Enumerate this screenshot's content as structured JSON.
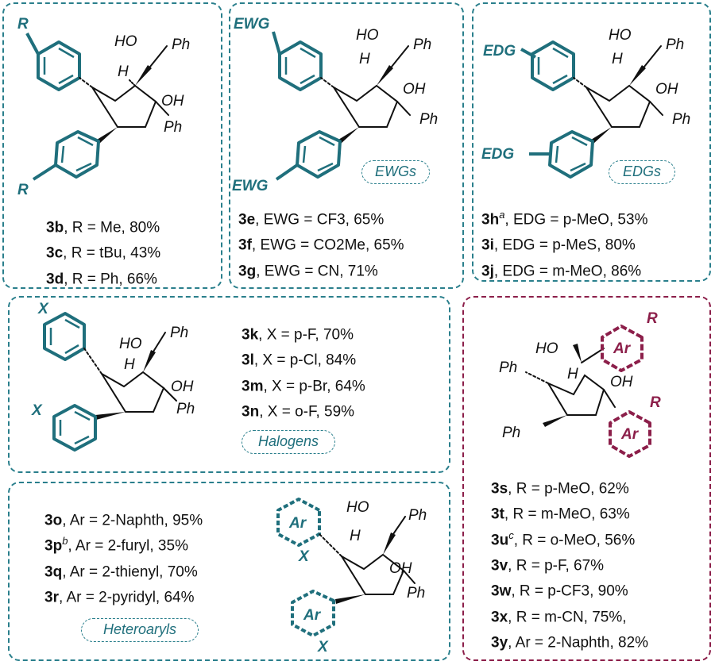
{
  "colors": {
    "teal": "#2a7f8c",
    "maroon": "#8c1f4a"
  },
  "labels": {
    "oh": "HO",
    "oh2": "OH",
    "h": "H",
    "ph": "Ph",
    "r": "R",
    "x": "X",
    "ewg": "EWG",
    "edg": "EDG",
    "ar": "Ar"
  },
  "panels": {
    "p1": {
      "entries": [
        {
          "id": "3b",
          "sup": "",
          "text": ", R = Me, 80%"
        },
        {
          "id": "3c",
          "sup": "",
          "text": ", R = tBu, 43%"
        },
        {
          "id": "3d",
          "sup": "",
          "text": ", R = Ph, 66%"
        }
      ]
    },
    "p2": {
      "tag": "EWGs",
      "entries": [
        {
          "id": "3e",
          "sup": "",
          "text": ", EWG = CF3, 65%"
        },
        {
          "id": "3f",
          "sup": "",
          "text": ", EWG = CO2Me, 65%"
        },
        {
          "id": "3g",
          "sup": "",
          "text": ", EWG = CN, 71%"
        }
      ]
    },
    "p3": {
      "tag": "EDGs",
      "entries": [
        {
          "id": "3h",
          "sup": "a",
          "text": ", EDG = p-MeO, 53%"
        },
        {
          "id": "3i",
          "sup": "",
          "text": ", EDG = p-MeS, 80%"
        },
        {
          "id": "3j",
          "sup": "",
          "text": ", EDG = m-MeO, 86%"
        }
      ]
    },
    "p4": {
      "tag": "Halogens",
      "entries": [
        {
          "id": "3k",
          "sup": "",
          "text": ", X = p-F, 70%"
        },
        {
          "id": "3l",
          "sup": "",
          "text": ", X = p-Cl, 84%"
        },
        {
          "id": "3m",
          "sup": "",
          "text": ", X = p-Br, 64%"
        },
        {
          "id": "3n",
          "sup": "",
          "text": ", X = o-F, 59%"
        }
      ]
    },
    "p5": {
      "tag": "Heteroaryls",
      "entries": [
        {
          "id": "3o",
          "sup": "",
          "text": ", Ar = 2-Naphth, 95%"
        },
        {
          "id": "3p",
          "sup": "b",
          "text": ", Ar = 2-furyl, 35%"
        },
        {
          "id": "3q",
          "sup": "",
          "text": ", Ar = 2-thienyl, 70%"
        },
        {
          "id": "3r",
          "sup": "",
          "text": ", Ar = 2-pyridyl, 64%"
        }
      ]
    },
    "p6": {
      "entries": [
        {
          "id": "3s",
          "sup": "",
          "text": ", R = p-MeO, 62%"
        },
        {
          "id": "3t",
          "sup": "",
          "text": ", R = m-MeO, 63%"
        },
        {
          "id": "3u",
          "sup": "c",
          "text": ", R = o-MeO, 56%"
        },
        {
          "id": "3v",
          "sup": "",
          "text": ", R = p-F, 67%"
        },
        {
          "id": "3w",
          "sup": "",
          "text": ", R = p-CF3, 90%"
        },
        {
          "id": "3x",
          "sup": "",
          "text": ", R = m-CN, 75%,"
        },
        {
          "id": "3y",
          "sup": "",
          "text": ", Ar = 2-Naphth, 82%"
        }
      ]
    }
  }
}
